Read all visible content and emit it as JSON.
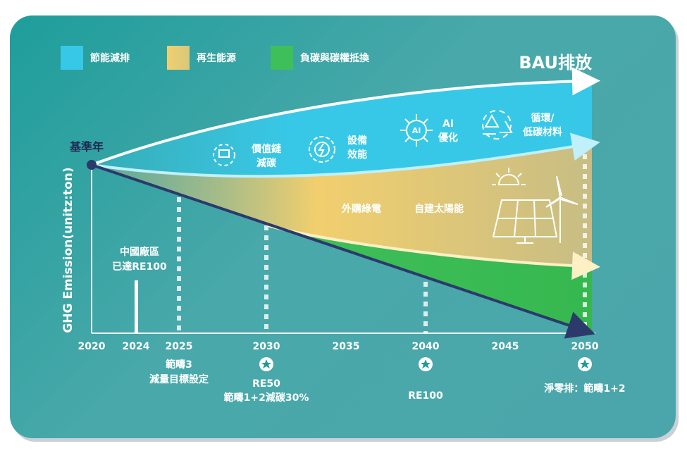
{
  "legend": [
    {
      "label": "節能減排",
      "color": "#37c8e8"
    },
    {
      "label": "再生能源",
      "color": "#f2cf6e"
    },
    {
      "label": "負碳與碳權抵換",
      "color": "#3fbf5a"
    }
  ],
  "bau_label": "BAU排放",
  "base_year_label": "基準年",
  "y_axis_label": "GHG Emission(unitz:ton)",
  "x_ticks": [
    "2020",
    "2024",
    "2025",
    "2030",
    "2035",
    "2040",
    "2045",
    "2050"
  ],
  "band_labels": {
    "value_chain": [
      "價值鏈",
      "減碳"
    ],
    "equipment": [
      "設備",
      "效能"
    ],
    "ai": [
      "AI",
      "優化"
    ],
    "circular": [
      "循環/",
      "低碳材料"
    ],
    "green_power": "外購綠電",
    "solar": "自建太陽能"
  },
  "china_plant": [
    "中國廠區",
    "已達RE100"
  ],
  "milestones": {
    "m2025": [
      "範疇3",
      "減量目標設定"
    ],
    "m2030": [
      "RE50",
      "範疇1+2減碳30%"
    ],
    "m2040": [
      "RE100"
    ],
    "m2050": [
      "淨零排：範疇1+2"
    ]
  },
  "colors": {
    "efficiency": "#37c8e8",
    "renewable": "#f2cf6e",
    "offset": "#3fbf5a",
    "path": "#2b3a6b",
    "bau": "#ffffff"
  }
}
